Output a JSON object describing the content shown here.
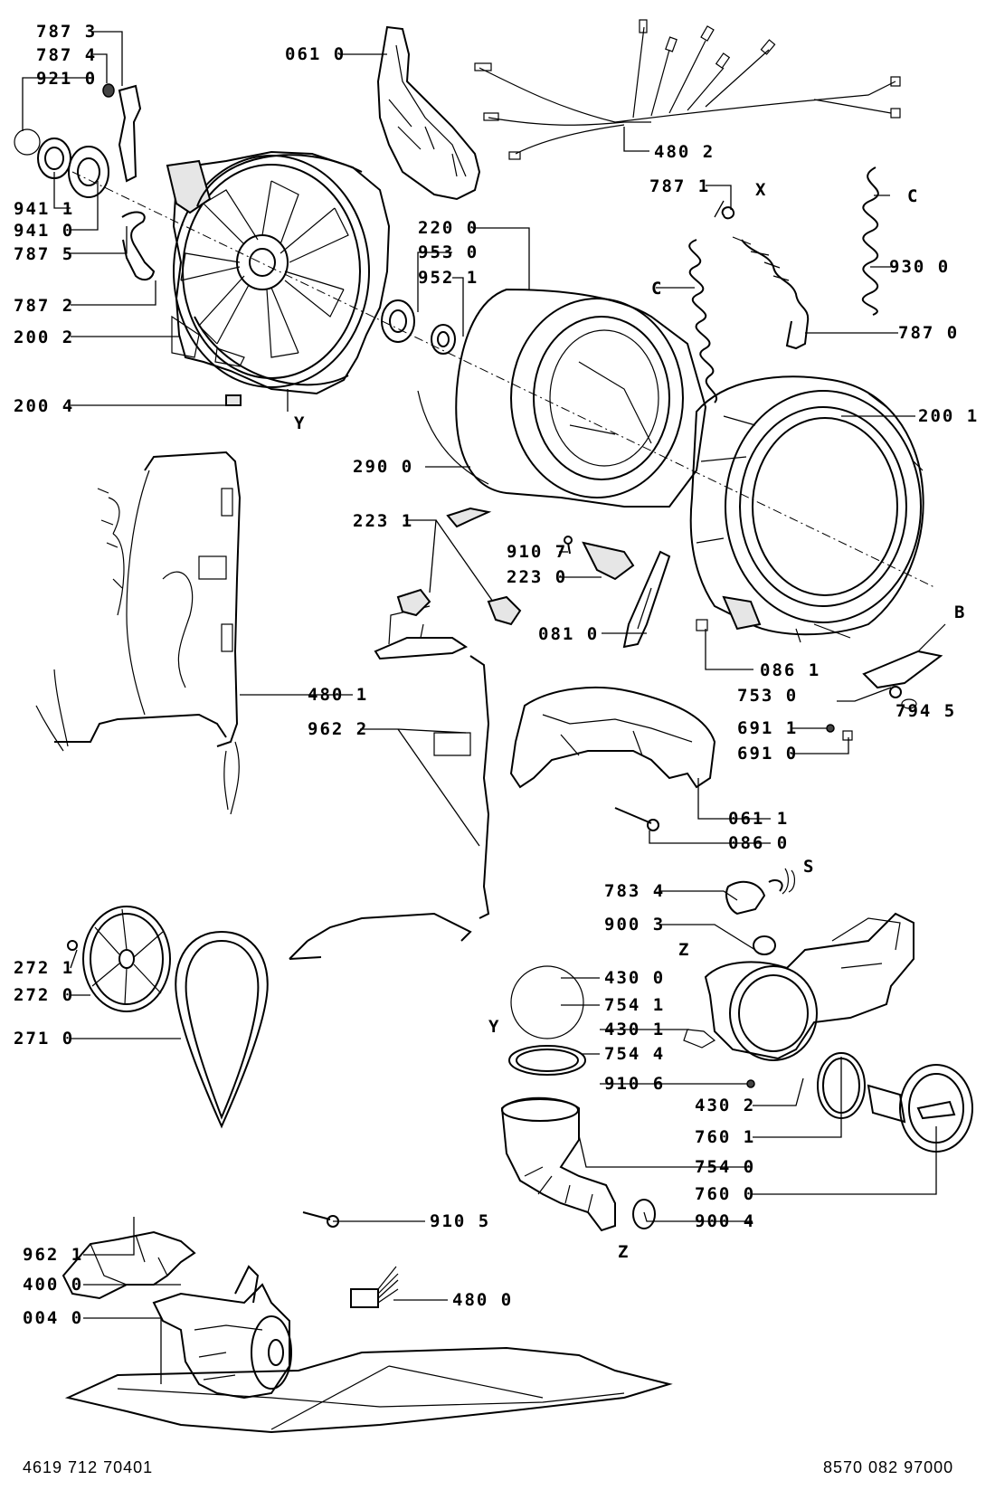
{
  "labels": {
    "l7873": "787 3",
    "l7874": "787 4",
    "l9210": "921 0",
    "l9411": "941 1",
    "l9410": "941 0",
    "l7875": "787 5",
    "l7872": "787 2",
    "l2002": "200 2",
    "l2004": "200 4",
    "l0610": "061 0",
    "l4802": "480 2",
    "l7871": "787 1",
    "lX1": "X",
    "lC1": "C",
    "l9300": "930 0",
    "l2200": "220 0",
    "l9530": "953 0",
    "l9521": "952 1",
    "lC2": "C",
    "l7870": "787 0",
    "lY1": "Y",
    "l2001": "200 1",
    "l2900": "290 0",
    "l2231": "223 1",
    "l9107": "910 7",
    "l2230": "223 0",
    "l0810": "081 0",
    "lB": "B",
    "l0861": "086 1",
    "l7530": "753 0",
    "l7945": "794 5",
    "l4801": "480 1",
    "l9622": "962 2",
    "l6911": "691 1",
    "l6910": "691 0",
    "l0611": "061 1",
    "l0860": "086 0",
    "lS": "S",
    "l7834": "783 4",
    "l9003": "900 3",
    "lZ1": "Z",
    "l4300": "430 0",
    "l7541": "754 1",
    "lY2": "Y",
    "l4301": "430 1",
    "l7544": "754 4",
    "l9106": "910 6",
    "l4302": "430 2",
    "l7601": "760 1",
    "l7540": "754 0",
    "l7600": "760 0",
    "l9004": "900 4",
    "lZ2": "Z",
    "l2721": "272 1",
    "l2720": "272 0",
    "l2710": "271 0",
    "l9105": "910 5",
    "l9621": "962 1",
    "l4000": "400 0",
    "l4800": "480 0",
    "l0040": "004 0"
  },
  "footer": {
    "left_code": "4619 712 70401",
    "right_code": "8570 082 97000"
  }
}
